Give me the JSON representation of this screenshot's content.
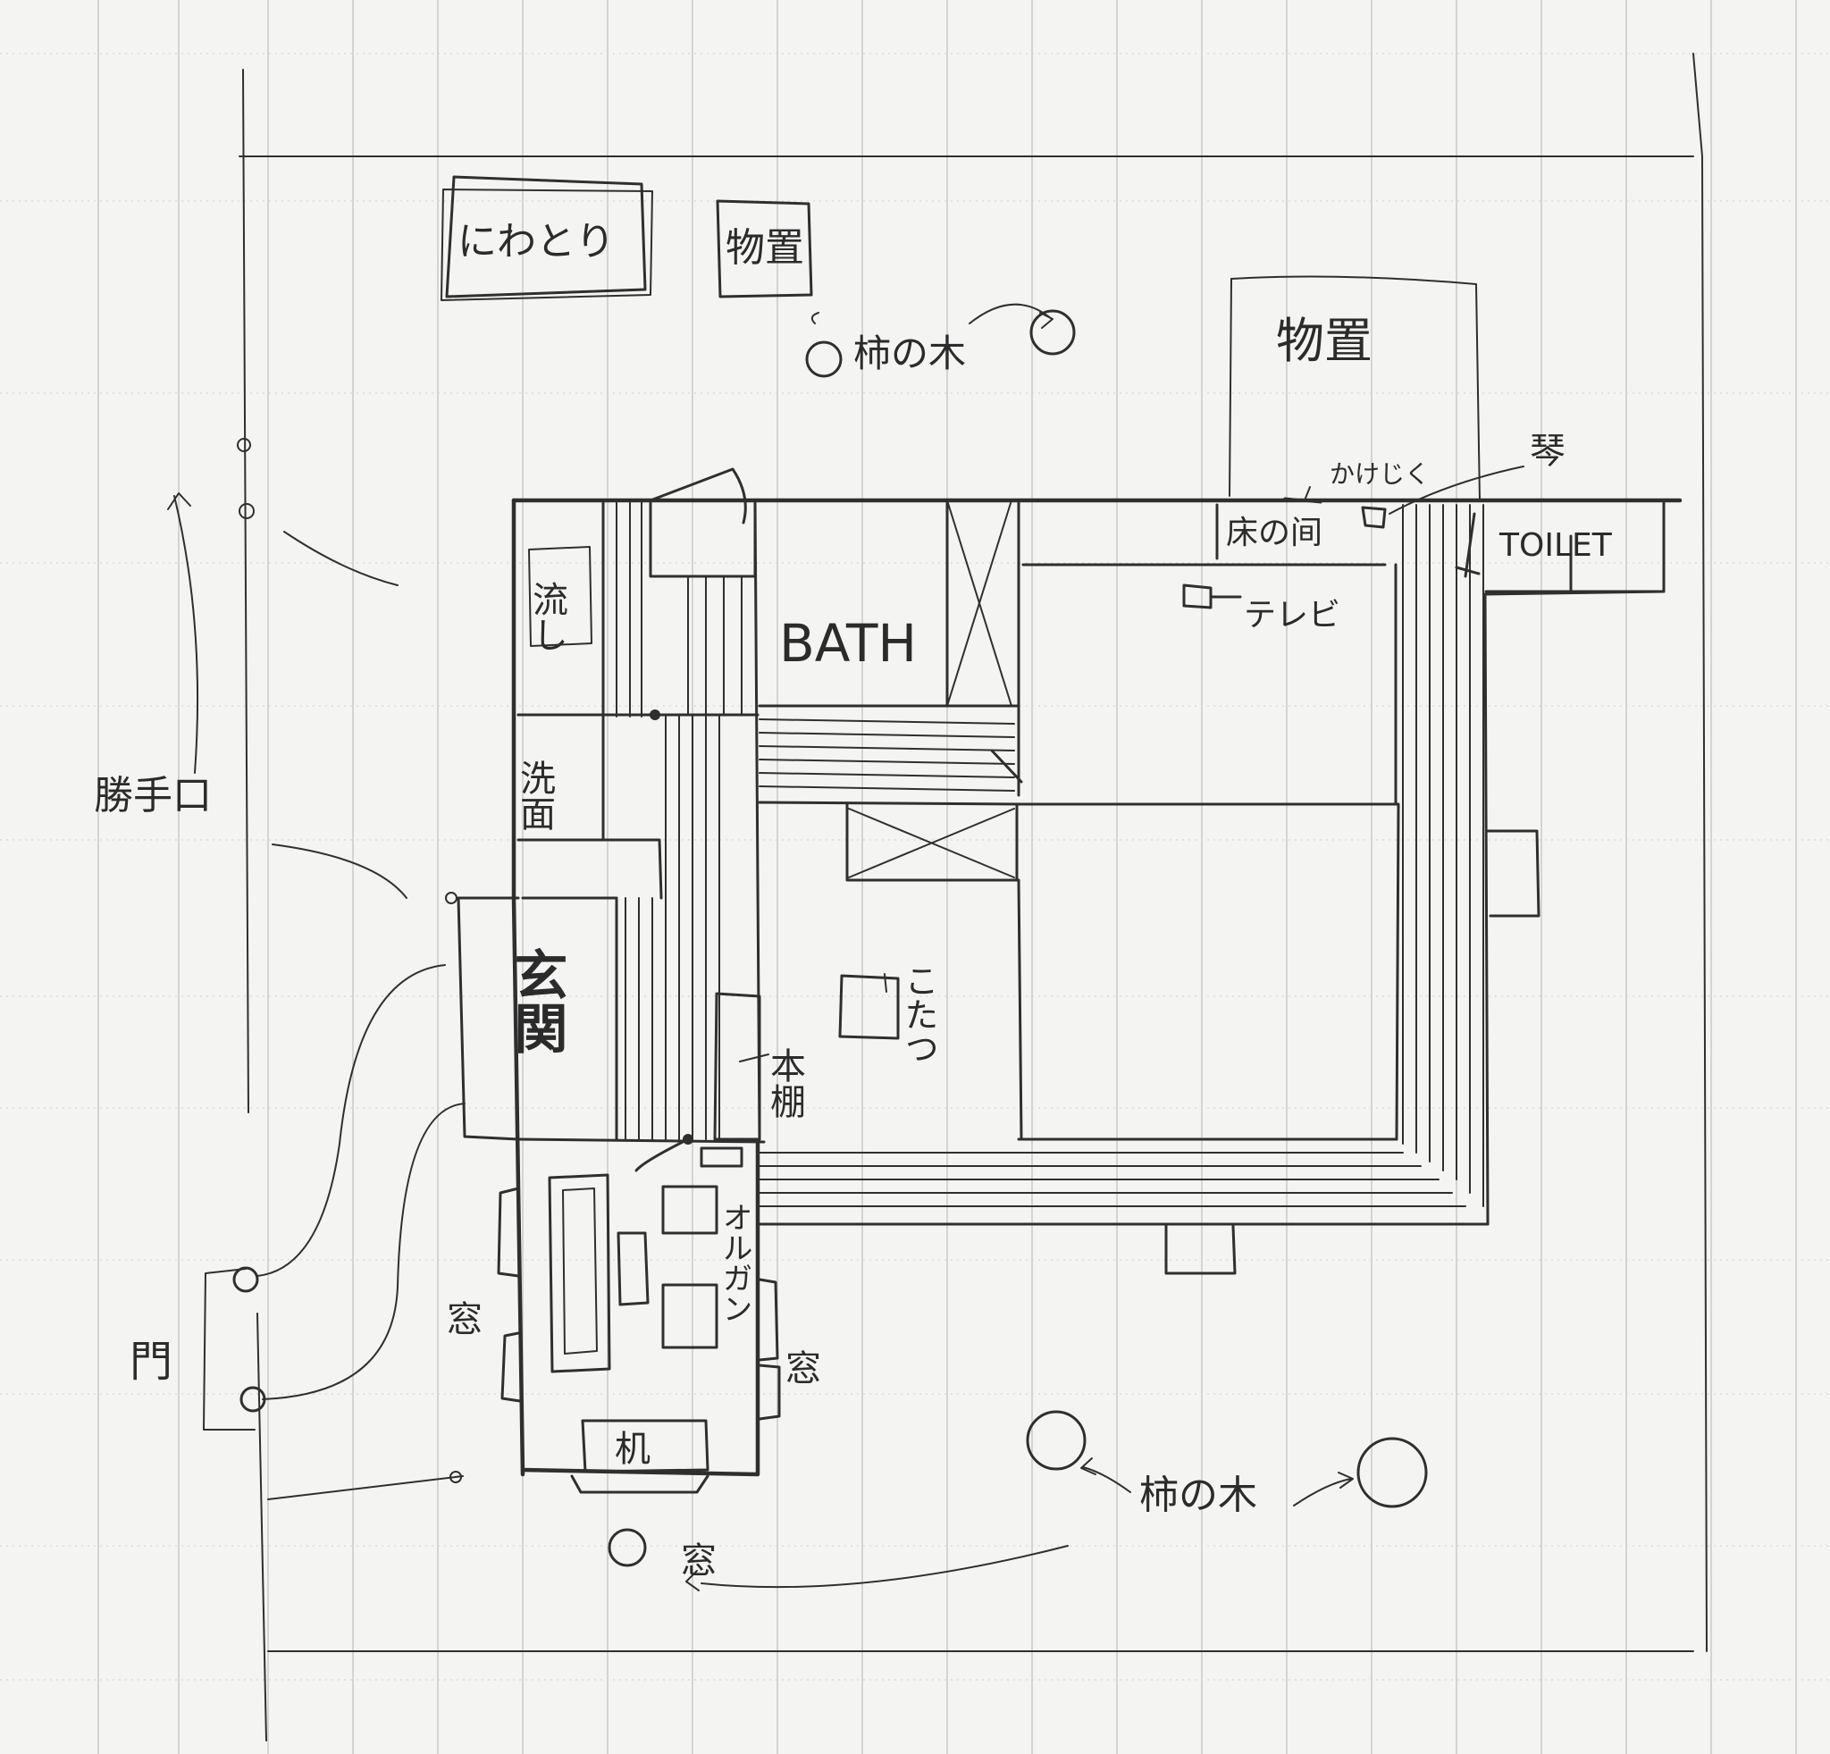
{
  "labels": {
    "niwatori": "にわとり",
    "shed_top": "物置",
    "kaki_top": "柿の木",
    "shed_right": "物置",
    "kakejiku": "かけじく",
    "koto": "琴",
    "tokonoma": "床の间",
    "toilet": "TOILET",
    "tv": "テレビ",
    "bath": "BATH",
    "nagashi": "流し",
    "senmen": "洗面",
    "katteguchi": "勝手口",
    "genkan": "玄関",
    "kotatsu": "こたつ",
    "hondana": "本棚",
    "organ": "オルガン",
    "mado_left": "窓",
    "mado_right": "窓",
    "mado_bottom": "窓",
    "tsukue": "机",
    "mon": "門",
    "kaki_bottom": "柿の木"
  },
  "colors": {
    "paper": "#f4f4f2",
    "pencil": "#2f2f2f",
    "grid": "#c9c9c6"
  }
}
